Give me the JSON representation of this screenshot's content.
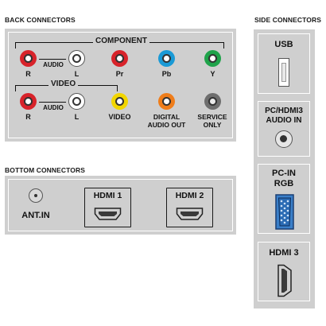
{
  "headings": {
    "back": "BACK CONNECTORS",
    "side": "SIDE CONNECTORS",
    "bottom": "BOTTOM CONNECTORS"
  },
  "back": {
    "component_title": "COMPONENT",
    "video_title": "VIDEO",
    "component": {
      "audio": "AUDIO",
      "r": "R",
      "l": "L",
      "pr": "Pr",
      "pb": "Pb",
      "y": "Y"
    },
    "video_row": {
      "audio": "AUDIO",
      "r": "R",
      "l": "L",
      "video": "VIDEO",
      "digital_line1": "DIGITAL",
      "digital_line2": "AUDIO OUT",
      "service_line1": "SERVICE",
      "service_line2": "ONLY"
    }
  },
  "bottom": {
    "ant": "ANT.IN",
    "hdmi1": "HDMI 1",
    "hdmi2": "HDMI 2"
  },
  "side": {
    "usb": "USB",
    "pc_audio_line1": "PC/HDMI3",
    "pc_audio_line2": "AUDIO IN",
    "pc_rgb_line1": "PC-IN",
    "pc_rgb_line2": "RGB",
    "hdmi3": "HDMI 3"
  },
  "colors": {
    "panel": "#cfcfcf",
    "red": "#d8232a",
    "white": "#ffffff",
    "green": "#1fa34a",
    "blue": "#1a9ad6",
    "yellow": "#f2d600",
    "orange": "#ef7d1a",
    "gray": "#6e6e6e",
    "vga_blue": "#3a7fc9"
  }
}
